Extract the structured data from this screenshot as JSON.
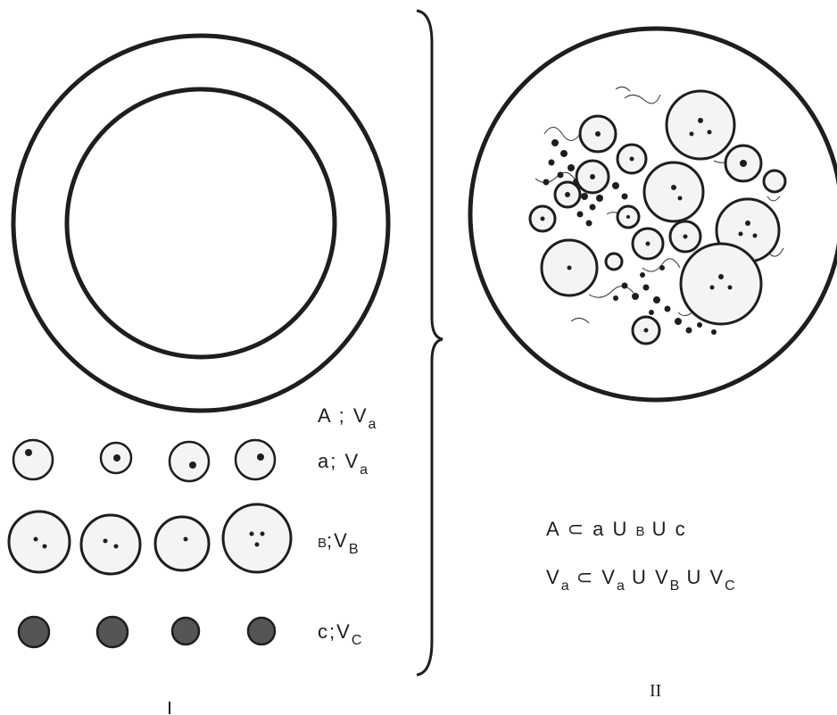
{
  "legend": {
    "rows": [
      {
        "symbol": "A",
        "sep": " ; ",
        "vol": "V",
        "sub": "a"
      },
      {
        "symbol": "a",
        "sep": "; ",
        "vol": "V",
        "sub": "a"
      },
      {
        "symbol": "B",
        "sep": ";",
        "vol": "V",
        "sub": "B"
      },
      {
        "symbol": "c",
        "sep": ";",
        "vol": "V",
        "sub": "C"
      }
    ]
  },
  "formulas": {
    "line1": {
      "a": "A",
      "subset": " ⊂ ",
      "b": "a",
      "u1": " U ",
      "c": "B",
      "u2": " U ",
      "d": "c"
    },
    "line2": {
      "v1": "V",
      "s1": "a",
      "subset": " ⊂ ",
      "v2": "V",
      "s2": "a",
      "u1": " U ",
      "v3": "V",
      "s3": "B",
      "u2": " U ",
      "v4": "V",
      "s4": "C"
    }
  },
  "labels": {
    "panel1": "I",
    "panel2": "II"
  },
  "colors": {
    "ink": "#1e1e1e",
    "cell_fill": "#f4f4f4",
    "small_cell_fill": "#555555"
  }
}
